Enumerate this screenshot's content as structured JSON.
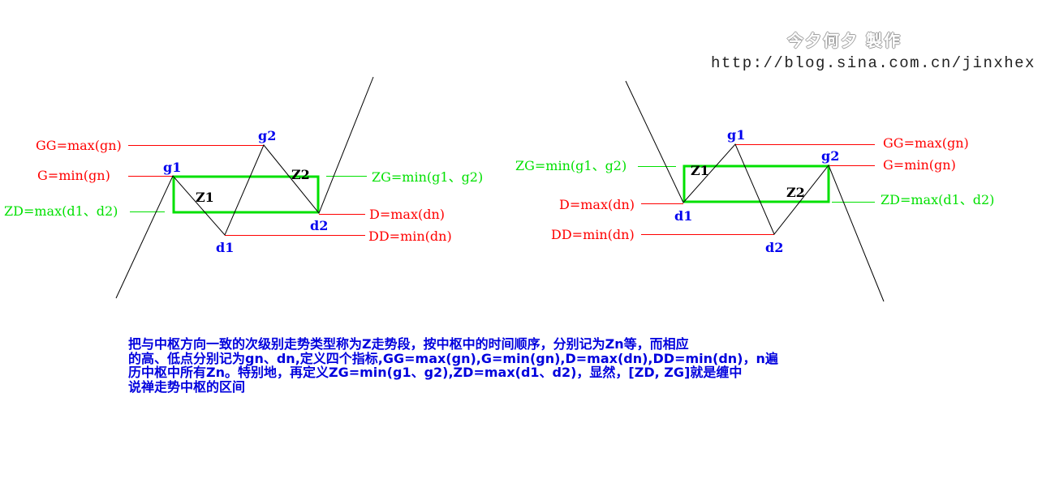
{
  "watermark": {
    "author": "今夕何夕  製作",
    "url": "http://blog.sina.com.cn/jinxhex"
  },
  "colors": {
    "line": "#000000",
    "level_line": "#ff0000",
    "center_line": "#00e000",
    "point_label": "#0000ee",
    "description": "#0000dd"
  },
  "left_diagram": {
    "labels": {
      "gg": "GG=max(gn)",
      "g": "G=min(gn)",
      "zd": "ZD=max(d1、d2)",
      "zg": "ZG=min(g1、g2)",
      "d": "D=max(dn)",
      "dd": "DD=min(dn)"
    },
    "points": {
      "g1": "g1",
      "g2": "g2",
      "d1": "d1",
      "d2": "d2"
    },
    "segments": {
      "z1": "Z1",
      "z2": "Z2"
    }
  },
  "right_diagram": {
    "labels": {
      "zg": "ZG=min(g1、g2)",
      "d": "D=max(dn)",
      "dd": "DD=min(dn)",
      "gg": "GG=max(gn)",
      "g": "G=min(gn)",
      "zd": "ZD=max(d1、d2)"
    },
    "points": {
      "g1": "g1",
      "g2": "g2",
      "d1": "d1",
      "d2": "d2"
    },
    "segments": {
      "z1": "Z1",
      "z2": "Z2"
    }
  },
  "description": {
    "lines": [
      "把与中枢方向一致的次级别走势类型称为Z走势段，按中枢中的时间顺序，分别记为Zn等，而相应",
      "的高、低点分别记为gn、dn,定义四个指标,GG=max(gn),G=min(gn),D=max(dn),DD=min(dn)，n遍",
      "历中枢中所有Zn。特别地，再定义ZG=min(g1、g2),ZD=max(d1、d2)，显然，[ZD, ZG]就是缠中",
      "说禅走势中枢的区间"
    ]
  }
}
